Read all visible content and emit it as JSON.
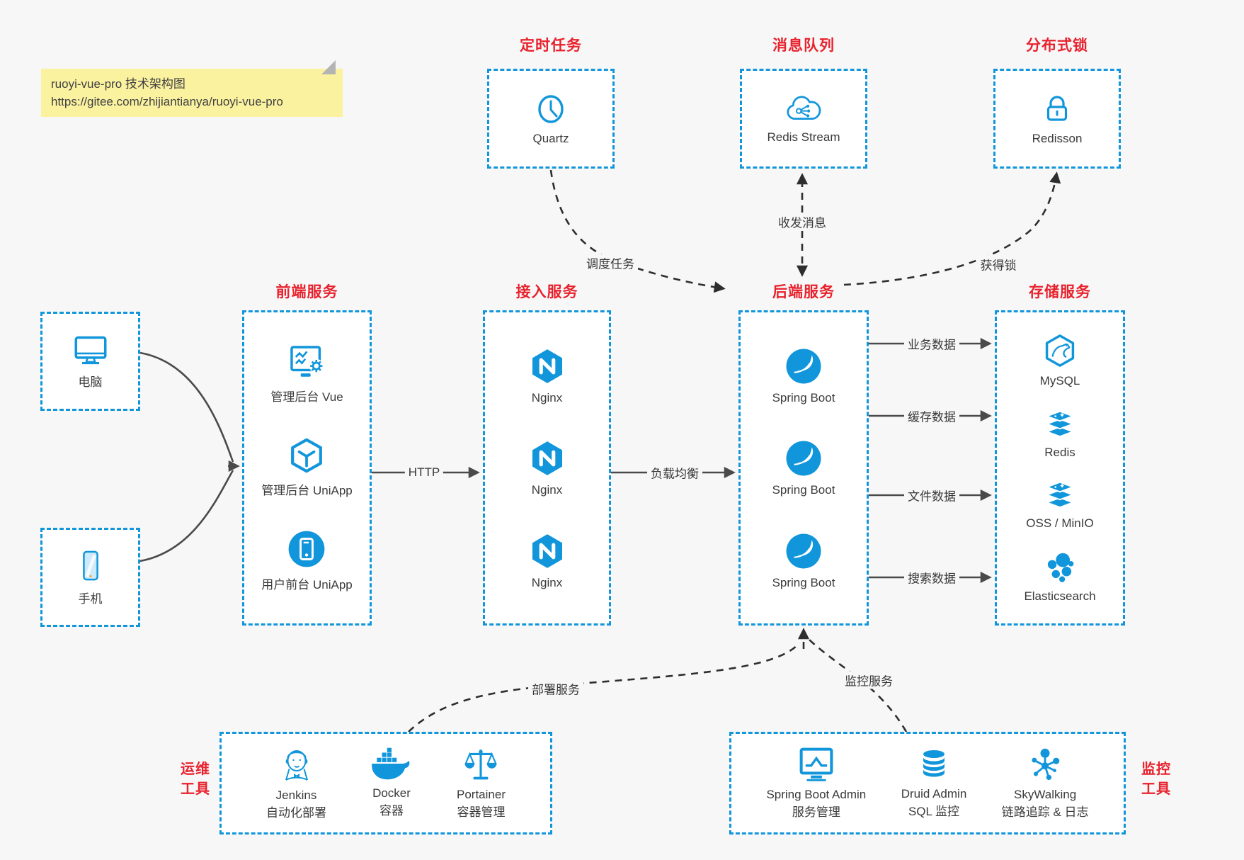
{
  "note": {
    "line1": "ruoyi-vue-pro 技术架构图",
    "line2": "https://gitee.com/zhijiantianya/ruoyi-vue-pro"
  },
  "colors": {
    "accent_blue": "#1296db",
    "title_red": "#e8222d",
    "note_yellow": "#fbf2a0"
  },
  "groups": {
    "scheduled_task": {
      "title": "定时任务",
      "item": {
        "label": "Quartz"
      }
    },
    "message_queue": {
      "title": "消息队列",
      "item": {
        "label": "Redis Stream"
      }
    },
    "distributed_lock": {
      "title": "分布式锁",
      "item": {
        "label": "Redisson"
      }
    },
    "clients": {
      "pc": {
        "label": "电脑"
      },
      "mobile": {
        "label": "手机"
      }
    },
    "frontend": {
      "title": "前端服务",
      "items": [
        {
          "label": "管理后台 Vue"
        },
        {
          "label": "管理后台 UniApp"
        },
        {
          "label": "用户前台 UniApp"
        }
      ]
    },
    "gateway": {
      "title": "接入服务",
      "items": [
        {
          "label": "Nginx"
        },
        {
          "label": "Nginx"
        },
        {
          "label": "Nginx"
        }
      ]
    },
    "backend": {
      "title": "后端服务",
      "items": [
        {
          "label": "Spring Boot"
        },
        {
          "label": "Spring Boot"
        },
        {
          "label": "Spring Boot"
        }
      ]
    },
    "storage": {
      "title": "存储服务",
      "items": [
        {
          "label": "MySQL"
        },
        {
          "label": "Redis"
        },
        {
          "label": "OSS / MinIO"
        },
        {
          "label": "Elasticsearch"
        }
      ]
    },
    "devops": {
      "title_line1": "运维",
      "title_line2": "工具",
      "items": [
        {
          "label": "Jenkins",
          "sublabel": "自动化部署"
        },
        {
          "label": "Docker",
          "sublabel": "容器"
        },
        {
          "label": "Portainer",
          "sublabel": "容器管理"
        }
      ]
    },
    "monitoring": {
      "title_line1": "监控",
      "title_line2": "工具",
      "items": [
        {
          "label": "Spring Boot Admin",
          "sublabel": "服务管理"
        },
        {
          "label": "Druid Admin",
          "sublabel": "SQL 监控"
        },
        {
          "label": "SkyWalking",
          "sublabel": "链路追踪 & 日志"
        }
      ]
    }
  },
  "edges": {
    "schedule_task": "调度任务",
    "send_receive_message": "收发消息",
    "acquire_lock": "获得锁",
    "http": "HTTP",
    "load_balance": "负载均衡",
    "business_data": "业务数据",
    "cache_data": "缓存数据",
    "file_data": "文件数据",
    "search_data": "搜索数据",
    "deploy_service": "部署服务",
    "monitor_service": "监控服务"
  }
}
